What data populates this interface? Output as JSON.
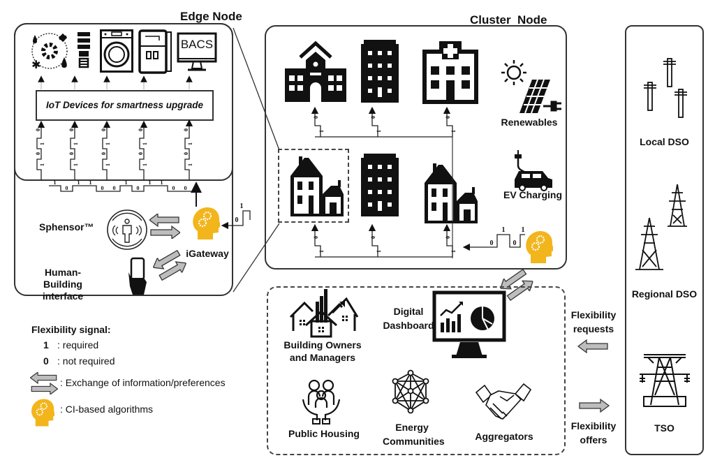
{
  "edge_node": {
    "title": "Edge Node",
    "iot_box_label": "IoT Devices for smartness upgrade",
    "devices": [
      "hvac-icon",
      "lightbulb-icon",
      "washing-machine-icon",
      "refrigerator-icon",
      "bacs-monitor-icon"
    ],
    "bacs_label": "BACS",
    "sphensor_label": "Sphensor™",
    "gateway_label": "iGateway",
    "hbi_label": "Human-Building interface",
    "signal_bits_bottom": [
      "1",
      "0",
      "1",
      "1",
      "0",
      "0",
      "1",
      "0",
      "1",
      "1",
      "0",
      "0"
    ],
    "signal_bits_vertical": [
      "0",
      "1",
      "0",
      "1"
    ],
    "gateway_input_bits": [
      "0",
      "1"
    ]
  },
  "cluster_node": {
    "title": "Cluster  Node",
    "renewables_label": "Renewables",
    "ev_label": "EV Charging",
    "signal_bits": [
      "0",
      "1",
      "0",
      "1"
    ],
    "vertical_bits": [
      "0",
      "1"
    ]
  },
  "stakeholders": {
    "owners_label": "Building Owners and Managers",
    "dashboard_label": "Digital Dashboard",
    "public_housing_label": "Public Housing",
    "energy_communities_label": "Energy Communities",
    "aggregators_label": "Aggregators"
  },
  "flex": {
    "requests_label": "Flexibility requests",
    "offers_label": "Flexibility offers"
  },
  "grid": {
    "local_dso_label": "Local DSO",
    "regional_dso_label": "Regional DSO",
    "tso_label": "TSO"
  },
  "legend": {
    "title": "Flexibility signal:",
    "one_symbol": "1",
    "one_text": ": required",
    "zero_symbol": "0",
    "zero_text": ": not required",
    "exchange_text": ": Exchange of information/preferences",
    "ci_text": ": CI-based algorithms"
  },
  "colors": {
    "ci_head": "#f2b51c",
    "arrow_fill": "#bdbdbd",
    "stroke": "#222222"
  }
}
